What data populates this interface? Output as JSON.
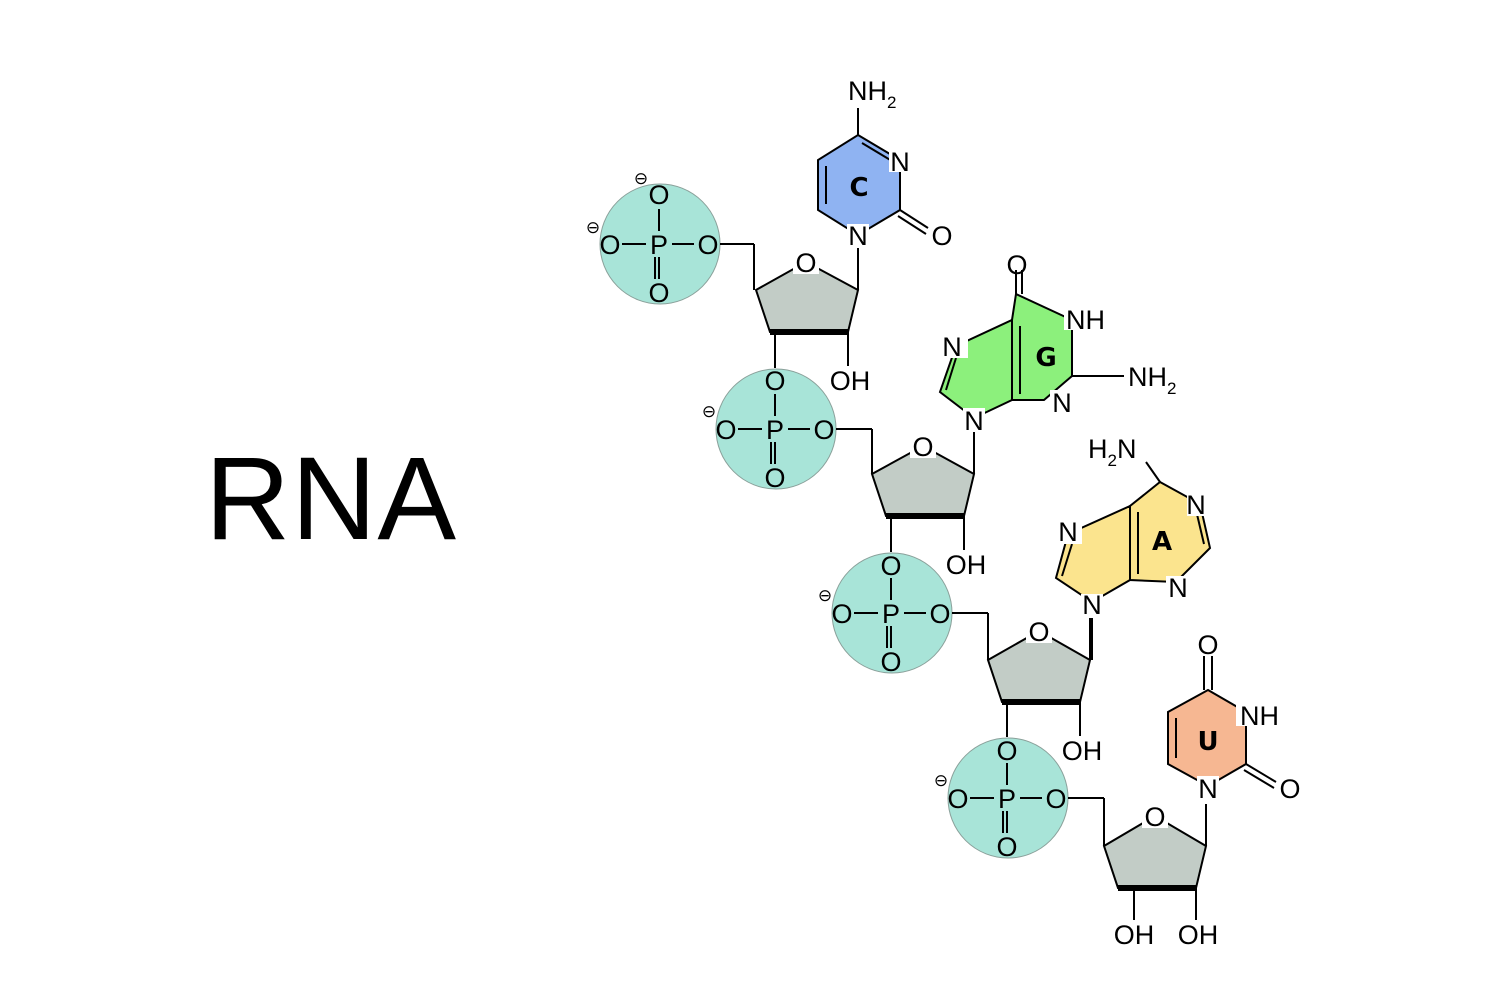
{
  "title": "RNA",
  "colors": {
    "phosphate": "#a8e4d8",
    "sugar": "#c2ccc6",
    "cytosine": "#8fb3f2",
    "guanine": "#8cf07c",
    "adenine": "#fbe48e",
    "uracil": "#f6b792"
  },
  "labels": {
    "O": "O",
    "P": "P",
    "N": "N",
    "NH": "NH",
    "OH": "OH",
    "NH2_main": "NH",
    "H2N_main": "H",
    "N_tail": "N",
    "sub2": "2",
    "minus": "⊖"
  },
  "bases": [
    {
      "letter": "C"
    },
    {
      "letter": "G"
    },
    {
      "letter": "A"
    },
    {
      "letter": "U"
    }
  ]
}
